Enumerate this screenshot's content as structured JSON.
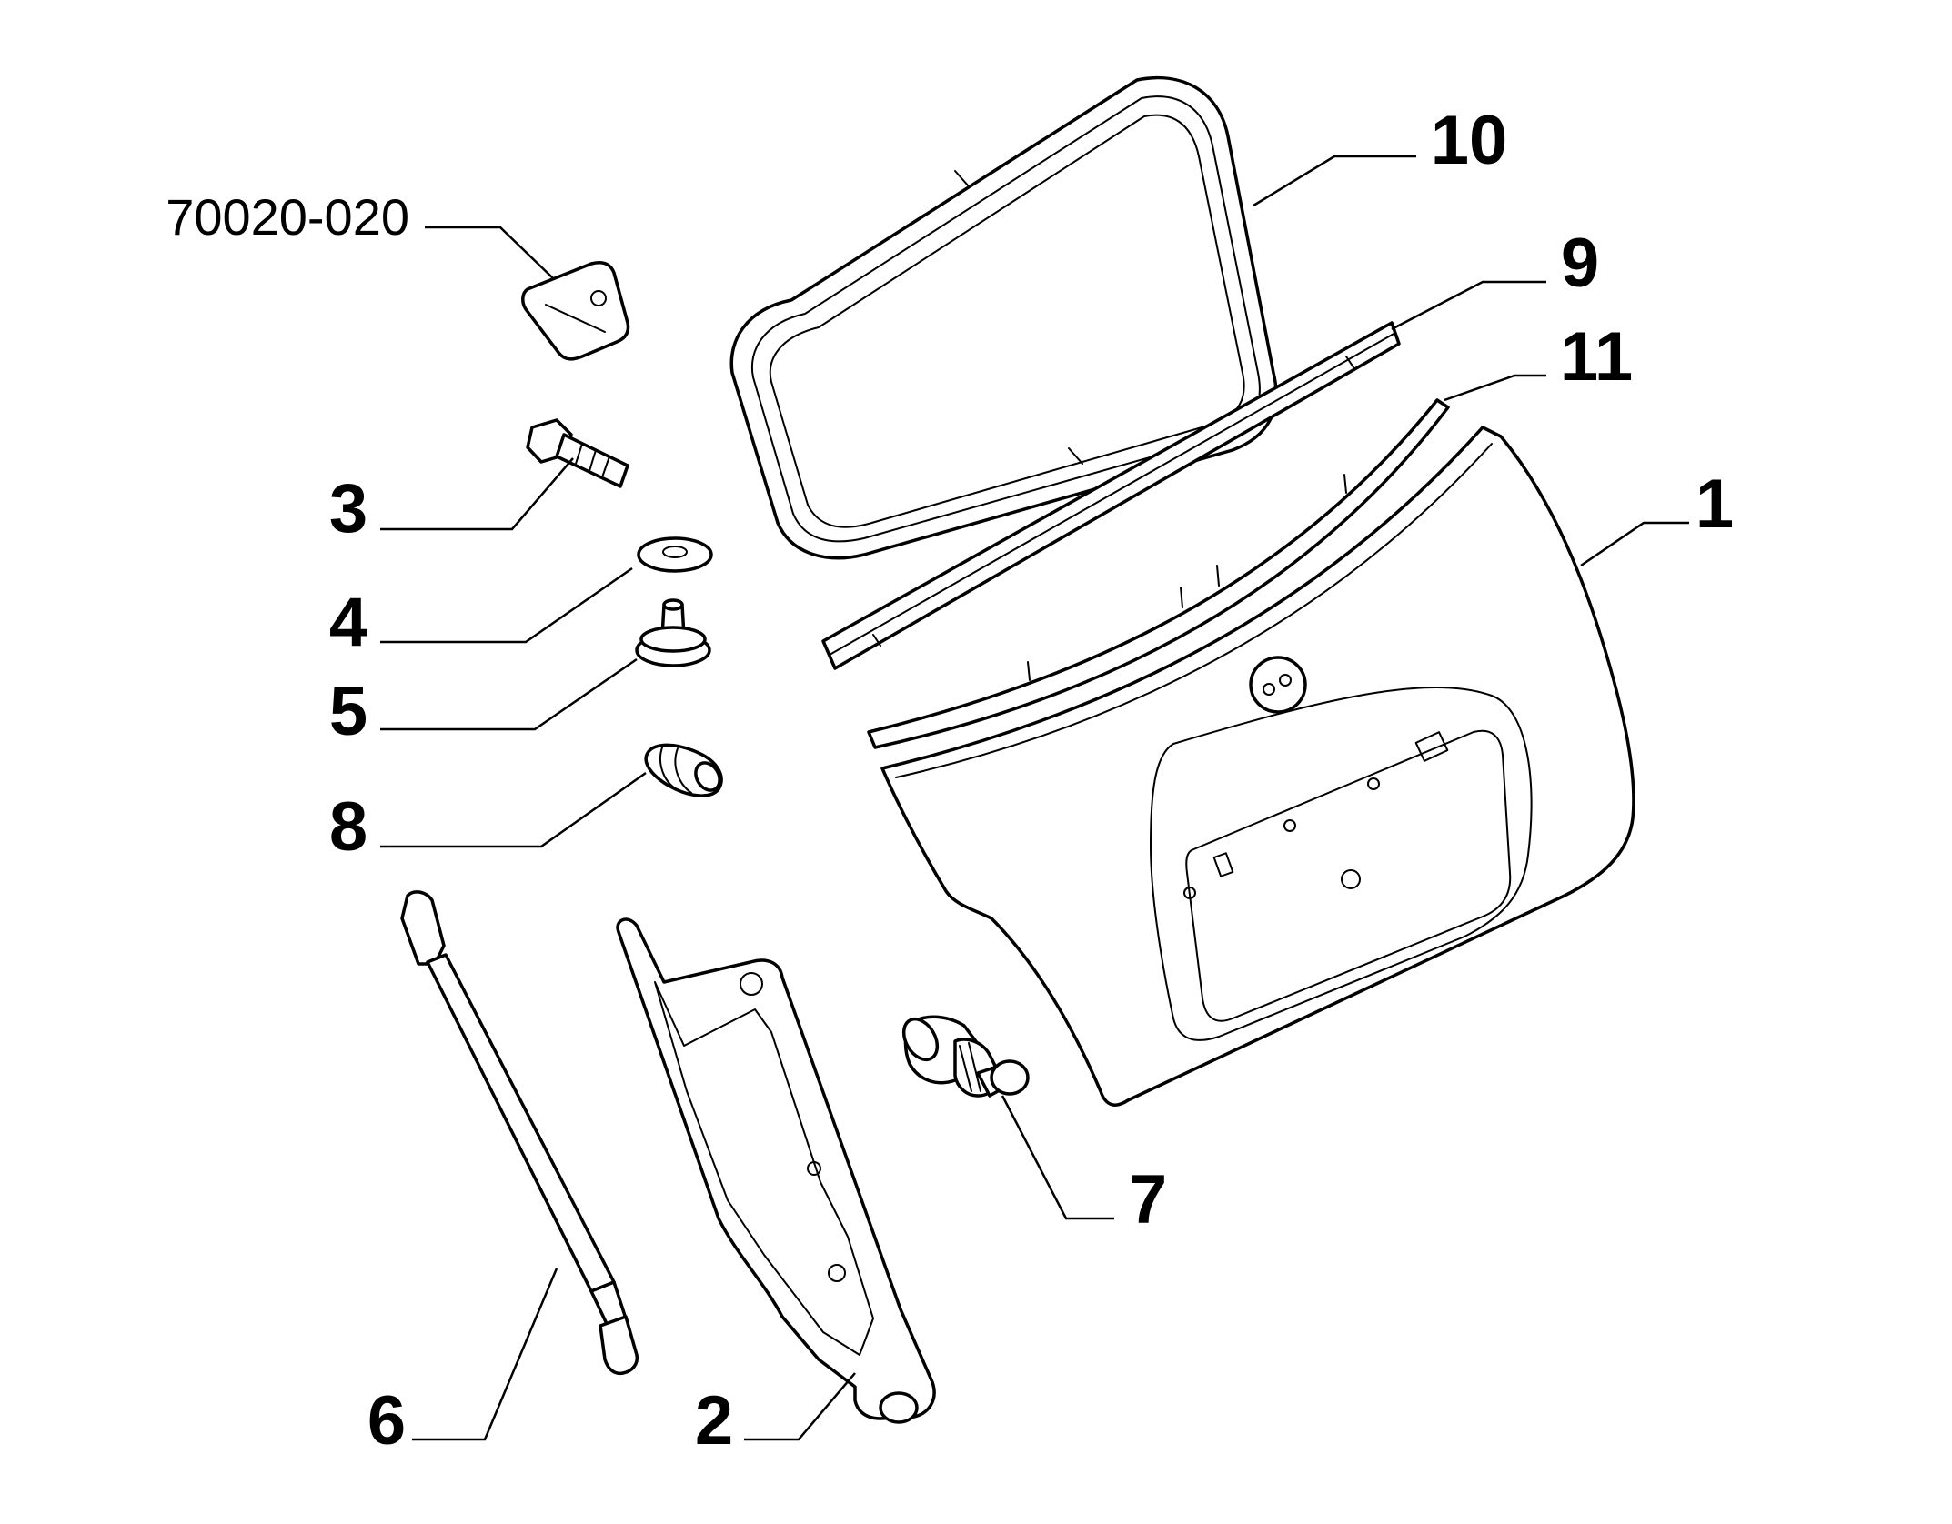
{
  "labels": {
    "ref_code": "70020-020",
    "p1": "1",
    "p2": "2",
    "p3": "3",
    "p4": "4",
    "p5": "5",
    "p6": "6",
    "p7": "7",
    "p8": "8",
    "p9": "9",
    "p10": "10",
    "p11": "11"
  },
  "colors": {
    "line": "#000000",
    "background": "#ffffff"
  }
}
